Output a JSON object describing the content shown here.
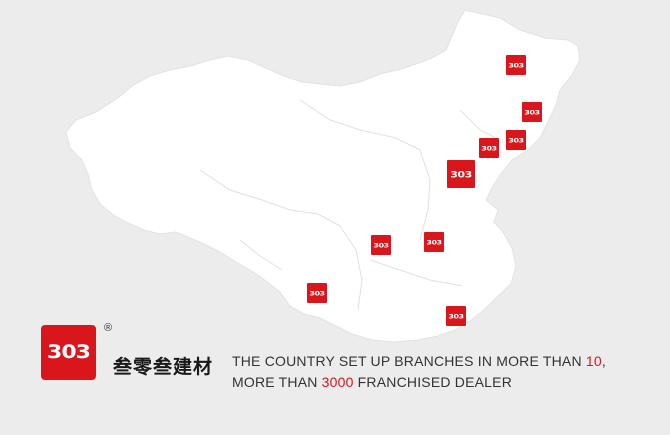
{
  "map": {
    "land_color": "#ffffff",
    "background_color": "#ececec",
    "border_color": "#dcdcdc"
  },
  "markers": [
    {
      "label": "303"
    },
    {
      "label": "303"
    },
    {
      "label": "303"
    },
    {
      "label": "303"
    },
    {
      "label": "303"
    },
    {
      "label": "303"
    },
    {
      "label": "303"
    },
    {
      "label": "303"
    },
    {
      "label": "303"
    }
  ],
  "brand": {
    "logo_text": "303",
    "registered_mark": "®",
    "chinese_name": "叁零叁建材",
    "accent_color": "#d9161c"
  },
  "tagline": {
    "line1_prefix": "THE COUNTRY SET UP BRANCHES IN MORE THAN ",
    "line1_number": "10",
    "line1_suffix": ",",
    "line2_prefix": "MORE THAN ",
    "line2_number": "3000",
    "line2_suffix": " FRANCHISED DEALER"
  }
}
